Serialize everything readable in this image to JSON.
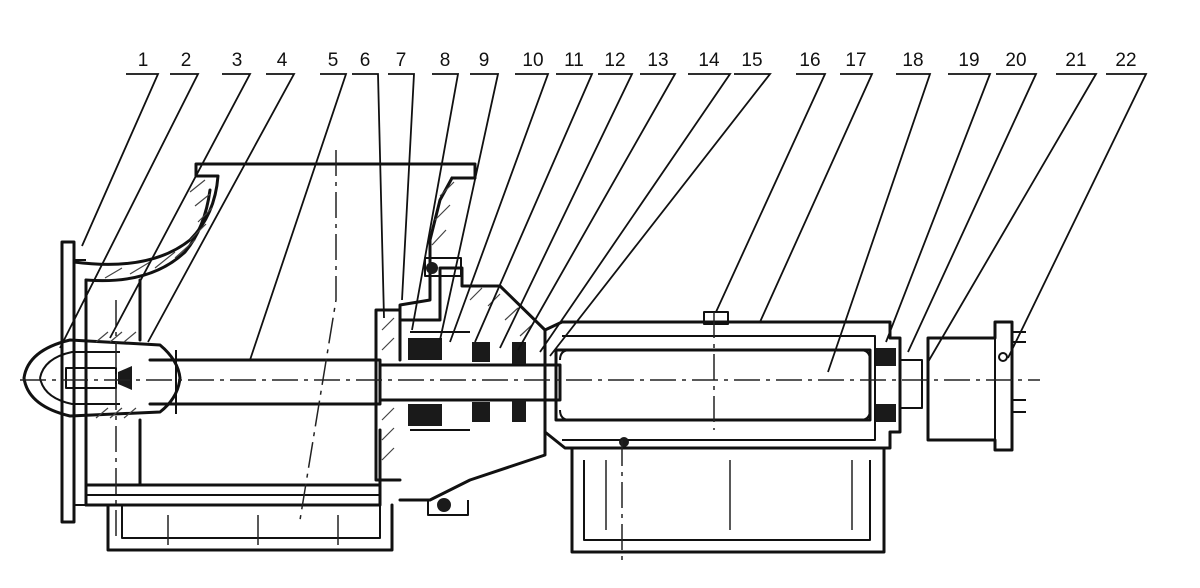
{
  "part_labels": [
    "1",
    "2",
    "3",
    "4",
    "5",
    "6",
    "7",
    "8",
    "9",
    "10",
    "11",
    "12",
    "13",
    "14",
    "15",
    "16",
    "17",
    "18",
    "19",
    "20",
    "21",
    "22"
  ]
}
